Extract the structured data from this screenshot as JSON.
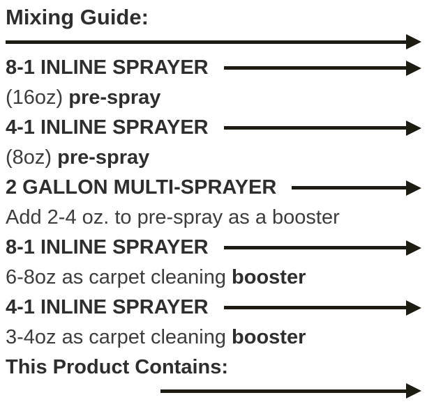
{
  "colors": {
    "background": "#ffffff",
    "text": "#3c3c3c",
    "heading": "#2e2e2e",
    "arrow": "#1e1b12"
  },
  "header": {
    "title": "Mixing Guide:"
  },
  "entries": [
    {
      "sprayer": "8-1 INLINE SPRAYER",
      "detail_regular": "(16oz) ",
      "detail_bold": "pre-spray"
    },
    {
      "sprayer": "4-1 INLINE SPRAYER",
      "detail_regular": "(8oz) ",
      "detail_bold": "pre-spray"
    },
    {
      "sprayer": "2 GALLON MULTI-SPRAYER",
      "detail_regular": "Add 2-4 oz. to pre-spray as a booster",
      "detail_bold": ""
    },
    {
      "sprayer": "8-1 INLINE SPRAYER",
      "detail_regular": "6-8oz as carpet cleaning ",
      "detail_bold": "booster"
    },
    {
      "sprayer": "4-1 INLINE SPRAYER",
      "detail_regular": "3-4oz as carpet cleaning ",
      "detail_bold": "booster"
    }
  ],
  "footer": {
    "title": "This Product Contains:"
  }
}
